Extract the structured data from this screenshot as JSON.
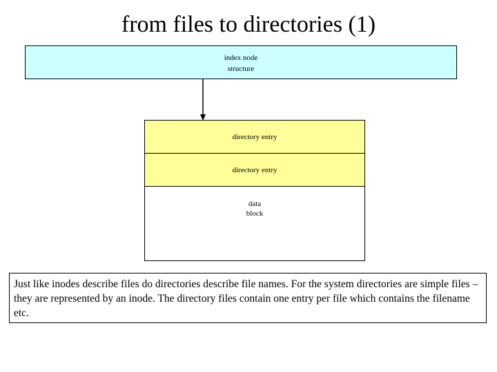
{
  "title": "from files to directories (1)",
  "inode": {
    "line1": "index node",
    "line2": "structure"
  },
  "directory": {
    "entries": [
      "directory entry",
      "directory entry"
    ],
    "data_line1": "data",
    "data_line2": "block"
  },
  "description": "Just like inodes describe files do directories describe file names. For the system directories are simple files – they are represented by an inode. The directory files contain one entry per file which contains the filename etc."
}
